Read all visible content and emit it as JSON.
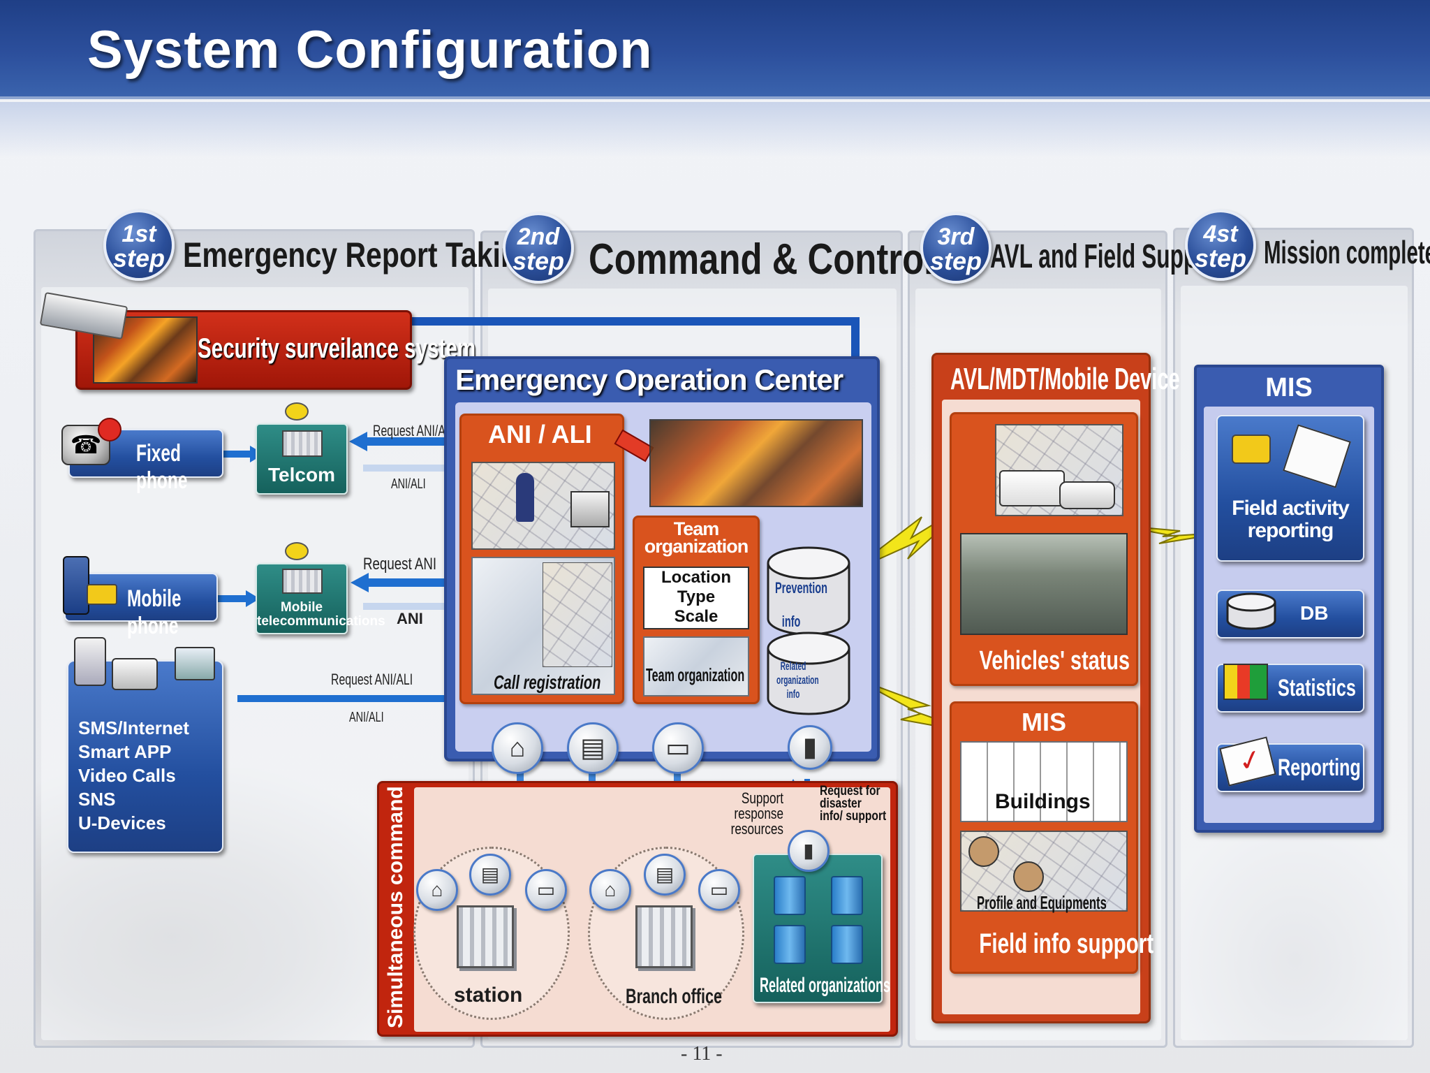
{
  "page": {
    "title": "System Configuration",
    "page_number": "- 11 -"
  },
  "steps": [
    {
      "n": "1st",
      "s": "step",
      "title": "Emergency Report Taking"
    },
    {
      "n": "2nd",
      "s": "step",
      "title": "Command & Control"
    },
    {
      "n": "3rd",
      "s": "step",
      "title": "AVL and Field Support"
    },
    {
      "n": "4st",
      "s": "step",
      "title": "Mission complete"
    }
  ],
  "step1": {
    "surveillance": "Security surveilance system",
    "fixed_phone": "Fixed phone",
    "telcom": "Telcom",
    "req_ani_ali_1": "Request ANI/ALI",
    "ani_ali_1": "ANI/ALI",
    "mobile_phone": "Mobile phone",
    "mobile_telecom": "Mobile telecommunications",
    "req_ani": "Request ANI",
    "ani": "ANI",
    "req_ani_ali_2": "Request ANI/ALI",
    "ani_ali_2": "ANI/ALI",
    "channels": [
      "SMS/Internet",
      "Smart APP",
      "Video Calls",
      "SNS",
      "U-Devices"
    ]
  },
  "step2": {
    "eoc_title": "Emergency Operation Center",
    "ani_ali": "ANI / ALI",
    "call_registration": "Call registration",
    "team_org_title": "Team organization",
    "team_fields": [
      "Location",
      "Type",
      "Scale"
    ],
    "team_org_caption": "Team organization",
    "db_prevention": "Prevention info",
    "db_related": "Related organization info",
    "simultaneous": "Simultaneous command",
    "support_resources": "Support response resources",
    "request_disaster": "Request for disaster info/ support",
    "station": "station",
    "branch_office": "Branch office",
    "related_orgs": "Related organizations"
  },
  "step3": {
    "avl_title": "AVL/MDT/Mobile Device",
    "vehicles_status": "Vehicles' status",
    "mis": "MIS",
    "buildings": "Buildings",
    "profile": "Profile and Equipments",
    "field_info": "Field info support"
  },
  "step4": {
    "mis": "MIS",
    "field_activity": "Field activity reporting",
    "db": "DB",
    "statistics": "Statistics",
    "reporting": "Reporting"
  },
  "colors": {
    "header_blue": "#2c4f9c",
    "panel_blue": "#3a5cb0",
    "red": "#b8200c",
    "orange": "#d9531e",
    "teal": "#1f716b",
    "arrow_blue": "#1f6fd0",
    "lightning": "#f2e51a"
  }
}
